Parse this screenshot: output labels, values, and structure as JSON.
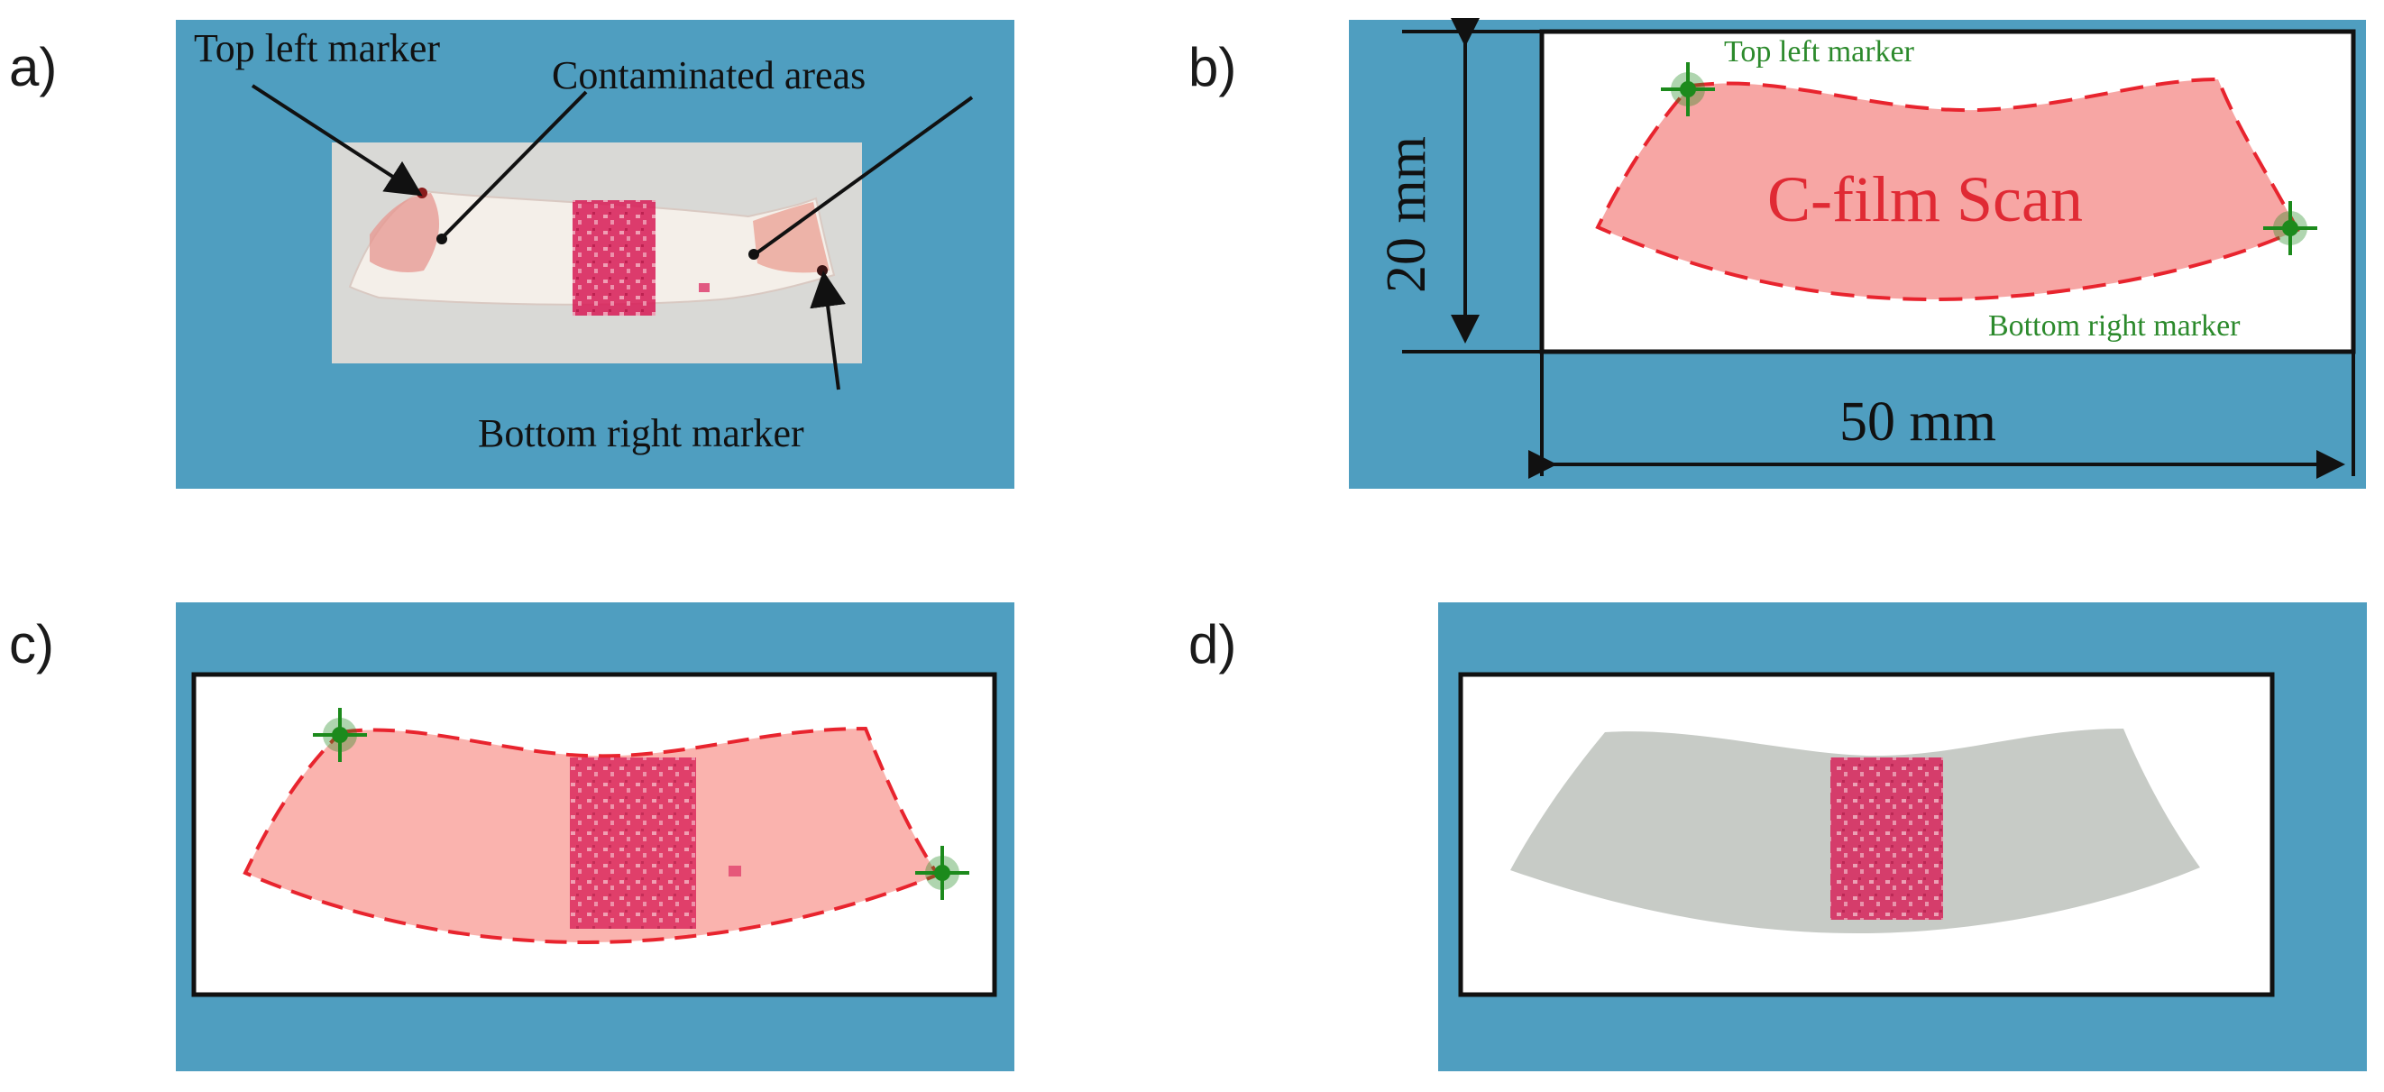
{
  "colors": {
    "panel_bg": "#4f9ec0",
    "frame": "#111111",
    "film_red": "#f7a6a4",
    "film_fill_c": "#fab3ae",
    "dash_red": "#e8242e",
    "stain": "#d81b56",
    "marker_green": "#1c8a1c",
    "gray_film": "#c7cbc6",
    "label_green": "#2c8a2c",
    "label_red": "#e02a34"
  },
  "panels": {
    "a": {
      "letter": "a)",
      "top_left_marker": "Top left marker",
      "contaminated_areas": "Contaminated areas",
      "bottom_right_marker": "Bottom right marker"
    },
    "b": {
      "letter": "b)",
      "top_left_marker": "Top left marker",
      "bottom_right_marker": "Bottom right marker",
      "scan_label": "C-film Scan",
      "height_label": "20 mm",
      "width_label": "50 mm"
    },
    "c": {
      "letter": "c)"
    },
    "d": {
      "letter": "d)"
    }
  },
  "icons": [
    "crosshair-marker-icon",
    "arrow-icon"
  ]
}
